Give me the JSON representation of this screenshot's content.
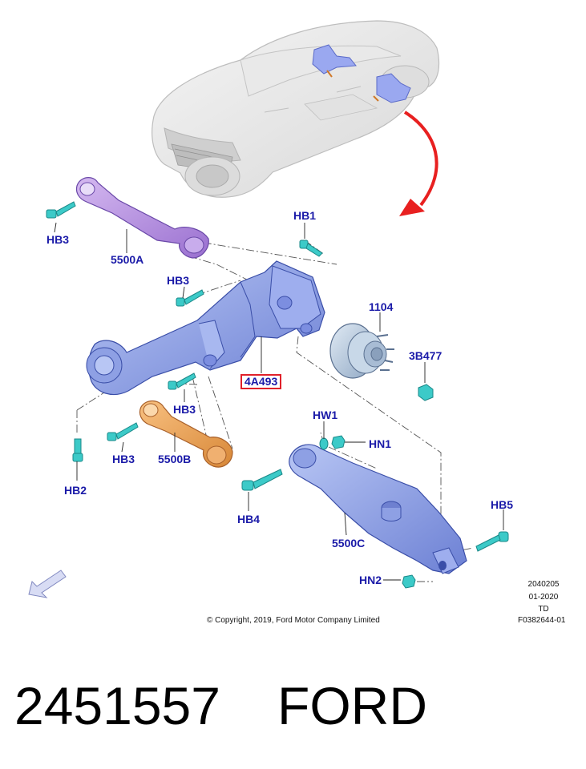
{
  "callouts": {
    "hb1": "HB1",
    "hb3_top": "HB3",
    "a5500": "5500A",
    "hb3_mid": "HB3",
    "c1104": "1104",
    "b3477": "3B477",
    "c4a493": "4A493",
    "hb3_low": "HB3",
    "hw1": "HW1",
    "hn1": "HN1",
    "hb3_bot": "HB3",
    "b5500": "5500B",
    "hb2": "HB2",
    "hb4": "HB4",
    "hb5": "HB5",
    "c5500": "5500C",
    "hn2": "HN2"
  },
  "meta": {
    "code1": "2040205",
    "date": "01-2020",
    "td": "TD",
    "copyright": "© Copyright, 2019, Ford Motor Company Limited",
    "fig": "F0382644-01"
  },
  "caption": {
    "part_number": "2451557",
    "brand": "FORD"
  },
  "colors": {
    "label": "#1a1aa8",
    "highlight_box": "#e0202a",
    "arm_a": "#b48ee0",
    "arm_b": "#e8a25a",
    "knuckle": "#8c9ee6",
    "hub": "#b4c8dc",
    "fastener": "#3ccac8",
    "arrow": "#e82020"
  }
}
